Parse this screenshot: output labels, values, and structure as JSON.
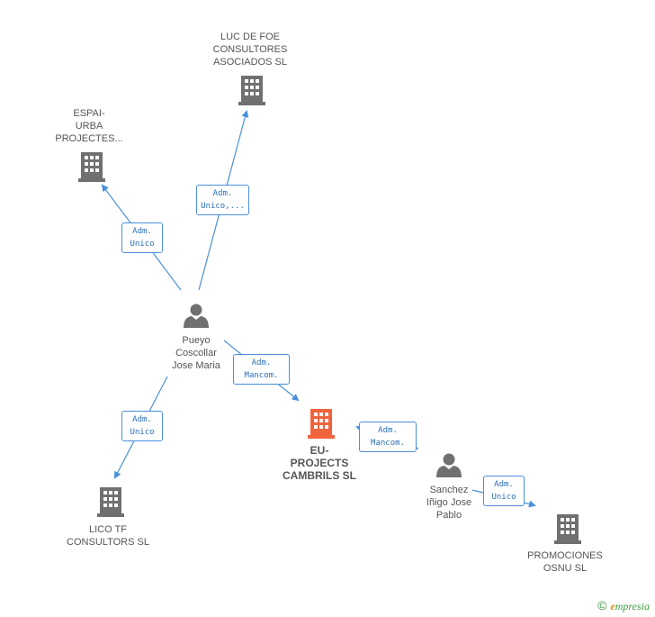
{
  "colors": {
    "company": "#707070",
    "company_main": "#f0643c",
    "person": "#707070",
    "edge": "#4a90d9",
    "edge_text": "#2a6fb8"
  },
  "companies": {
    "luc_de_foe": "LUC DE FOE\nCONSULTORES\nASOCIADOS SL",
    "espai_urba": "ESPAI-\nURBA\nPROJECTES...",
    "lico_tf": "LICO TF\nCONSULTORS SL",
    "eu_projects": "EU-\nPROJECTS\nCAMBRILS SL",
    "promociones_osnu": "PROMOCIONES\nOSNU SL"
  },
  "persons": {
    "pueyo": "Pueyo\nCoscollar\nJose Maria",
    "sanchez": "Sanchez\nIñigo Jose\nPablo"
  },
  "edges": {
    "pueyo_luc": [
      "Adm.",
      "Unico,..."
    ],
    "pueyo_espai": [
      "Adm.",
      "Unico"
    ],
    "pueyo_eu": [
      "Adm.",
      "Mancom."
    ],
    "pueyo_lico": [
      "Adm.",
      "Unico"
    ],
    "sanchez_eu": [
      "Adm.",
      "Mancom."
    ],
    "sanchez_promo": [
      "Adm.",
      "Unico"
    ]
  },
  "brand": {
    "copyright": "©",
    "e": "e",
    "rest": "mpresia"
  }
}
